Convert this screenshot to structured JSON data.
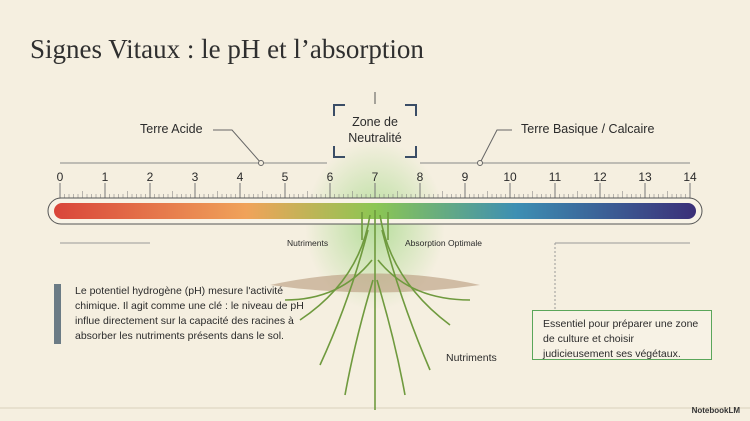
{
  "title": "Signes Vitaux : le pH et l’absorption",
  "labels": {
    "acid": "Terre Acide",
    "neutral": "Zone de Neutralité",
    "basic": "Terre Basique / Calcaire",
    "nutrients_top": "Nutriments",
    "absorption": "Absorption Optimale",
    "nutrients_bottom": "Nutriments"
  },
  "scale": {
    "min": 0,
    "max": 14,
    "ticks": [
      "0",
      "1",
      "2",
      "3",
      "4",
      "5",
      "6",
      "7",
      "8",
      "9",
      "10",
      "11",
      "12",
      "13",
      "14"
    ]
  },
  "colors": {
    "acid": "#d9453a",
    "mid1": "#f0a35a",
    "neutral": "#7cbf4a",
    "base": "#3d7fb3",
    "end": "#3b2f78",
    "accent": "#5aa65a"
  },
  "description": "Le potentiel hydrogène (pH) mesure l'activité chimique. Il agit comme une clé : le niveau de pH influe directement sur la capacité des racines à absorber les nutriments présents dans le sol.",
  "note": "Essentiel pour préparer une zone de culture et choisir judicieusement ses végétaux.",
  "brand": "NotebookLM"
}
